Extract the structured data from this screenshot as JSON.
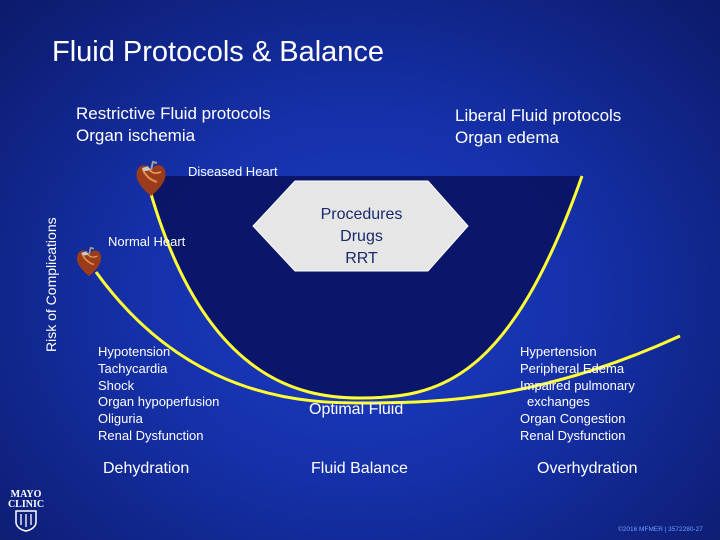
{
  "title": "Fluid Protocols & Balance",
  "restrictive": {
    "line1": "Restrictive Fluid protocols",
    "line2": "Organ ischemia"
  },
  "liberal": {
    "line1": "Liberal  Fluid protocols",
    "line2": "Organ edema"
  },
  "y_axis_label": "Risk of Complications",
  "diseased_heart_label": "Diseased Heart",
  "normal_heart_label": "Normal Heart",
  "arrow": {
    "line1": "Procedures",
    "line2": "Drugs",
    "line3": "RRT"
  },
  "left_symptoms": [
    "Hypotension",
    "Tachycardia",
    "Shock",
    "Organ hypoperfusion",
    "Oliguria",
    "Renal Dysfunction"
  ],
  "right_symptoms": [
    "Hypertension",
    "Peripheral Edema",
    "Impaired pulmonary",
    "exchanges",
    "Organ Congestion",
    "Renal Dysfunction"
  ],
  "optimal_label": "Optimal Fluid",
  "bottom": {
    "left": "Dehydration",
    "center": "Fluid Balance",
    "right": "Overhydration"
  },
  "logo": {
    "line1": "MAYO",
    "line2": "CLINIC"
  },
  "copyright": "©2016 MFMER | 3572280-27",
  "colors": {
    "background": "#1530a8",
    "curve": "#ffff33",
    "shade": "#0a1463",
    "arrow": "#e6e6e6",
    "text": "#ffffff"
  }
}
